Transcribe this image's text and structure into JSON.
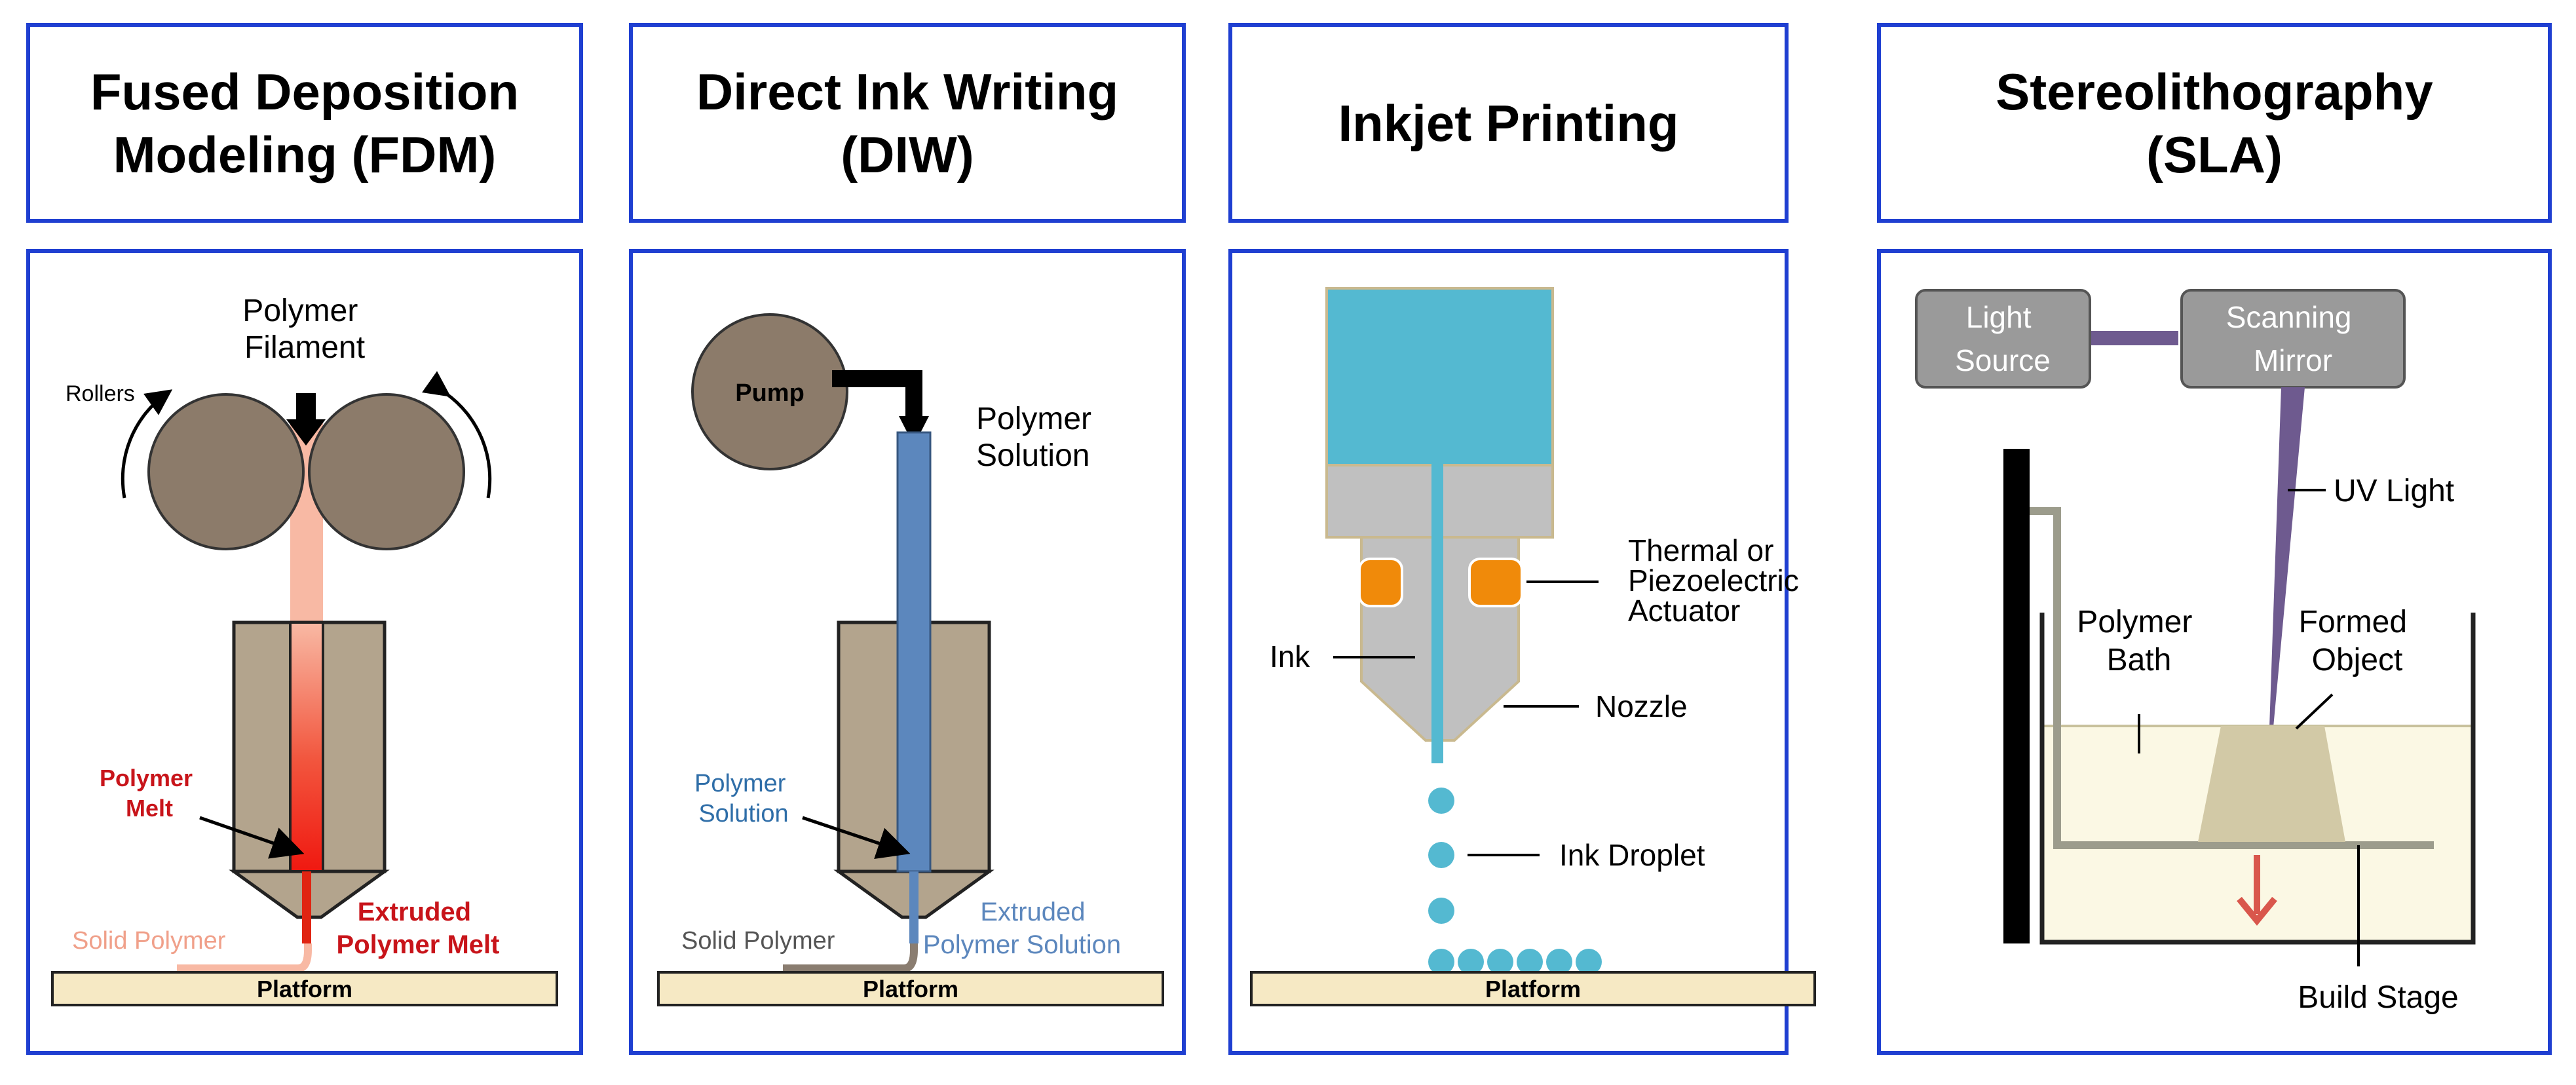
{
  "colors": {
    "border": "#1f3fd1",
    "nozzle_body": "#b3a48d",
    "roller": "#8c7b6a",
    "platform": "#f6e9c4",
    "polymer_melt": "#f02414",
    "filament": "#f8b9a4",
    "diw_solution": "#5c87bd",
    "inkjet_blue": "#54b9d1",
    "inkjet_gray": "#c0c0c0",
    "actuator": "#f08a0a",
    "sla_box": "#9a9a9a",
    "sla_beam": "#6e5a8f",
    "resin": "#fbf8e4",
    "formed_object": "#d2c9a6",
    "arrow_red": "#d9574c"
  },
  "panels": [
    {
      "title": [
        "Fused Deposition",
        "Modeling (FDM)"
      ],
      "labels": {
        "filament": [
          "Polymer",
          "Filament"
        ],
        "rollers": "Rollers",
        "melt": [
          "Polymer",
          "Melt"
        ],
        "extruded": [
          "Extruded",
          "Polymer  Melt"
        ],
        "solid": "Solid Polymer",
        "platform": "Platform"
      }
    },
    {
      "title": [
        "Direct Ink Writing",
        "(DIW)"
      ],
      "labels": {
        "pump": "Pump",
        "solution_top": [
          "Polymer",
          "Solution"
        ],
        "solution_inner": [
          "Polymer",
          "Solution"
        ],
        "extruded": [
          "Extruded",
          "Polymer  Solution"
        ],
        "solid": "Solid Polymer",
        "platform": "Platform"
      }
    },
    {
      "title": [
        "Inkjet Printing"
      ],
      "labels": {
        "actuator": [
          "Thermal or",
          "Piezoelectric",
          "Actuator"
        ],
        "ink": "Ink",
        "nozzle": "Nozzle",
        "droplet": "Ink Droplet",
        "platform": "Platform"
      }
    },
    {
      "title": [
        "Stereolithography",
        "(SLA)"
      ],
      "labels": {
        "light_source": [
          "Light",
          "Source"
        ],
        "mirror": [
          "Scanning",
          "Mirror"
        ],
        "uv": "UV Light",
        "bath": [
          "Polymer",
          "Bath"
        ],
        "object": [
          "Formed",
          "Object"
        ],
        "stage": "Build Stage"
      }
    }
  ]
}
